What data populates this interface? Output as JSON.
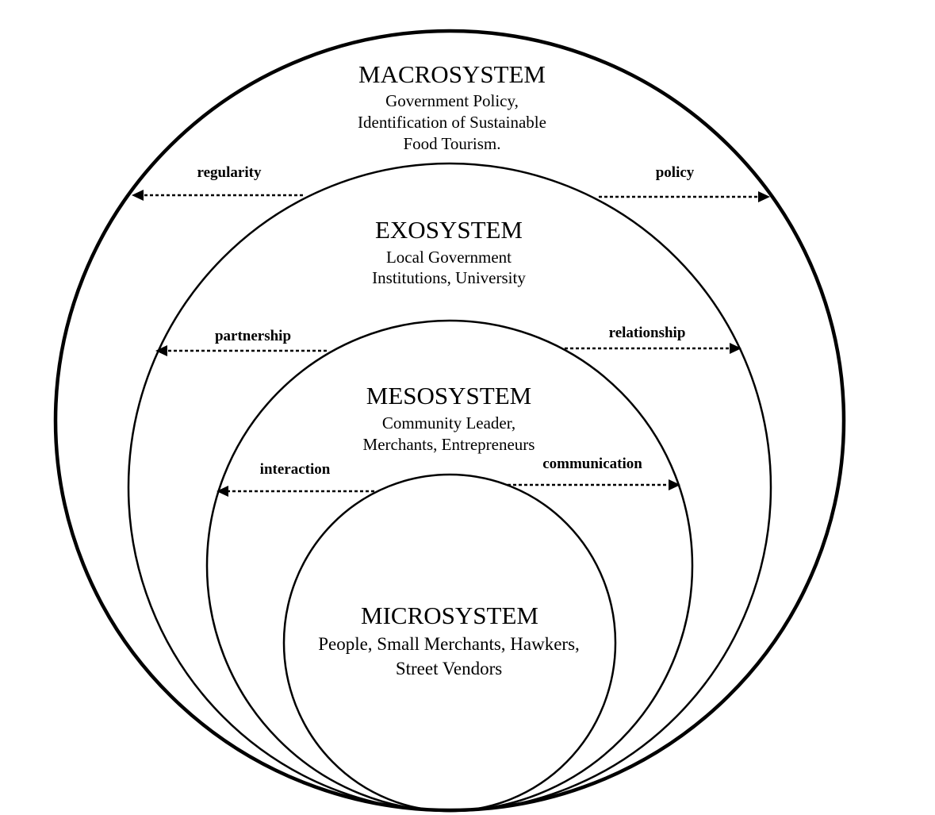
{
  "layers": {
    "macro": {
      "title": "MACROSYSTEM",
      "lines": [
        "Government Policy,",
        "Identification of Sustainable",
        "Food Tourism."
      ]
    },
    "exo": {
      "title": "EXOSYSTEM",
      "lines": [
        "Local Government",
        "Institutions, University"
      ]
    },
    "meso": {
      "title": "MESOSYSTEM",
      "lines": [
        "Community Leader,",
        "Merchants, Entrepreneurs"
      ]
    },
    "micro": {
      "title": "MICROSYSTEM",
      "lines": [
        "People, Small Merchants, Hawkers,",
        "Street Vendors"
      ]
    }
  },
  "relations": {
    "regularity": "regularity",
    "policy": "policy",
    "partnership": "partnership",
    "relationship": "relationship",
    "interaction": "interaction",
    "communication": "communication"
  },
  "colors": {
    "stroke": "#000000",
    "background": "#ffffff"
  }
}
